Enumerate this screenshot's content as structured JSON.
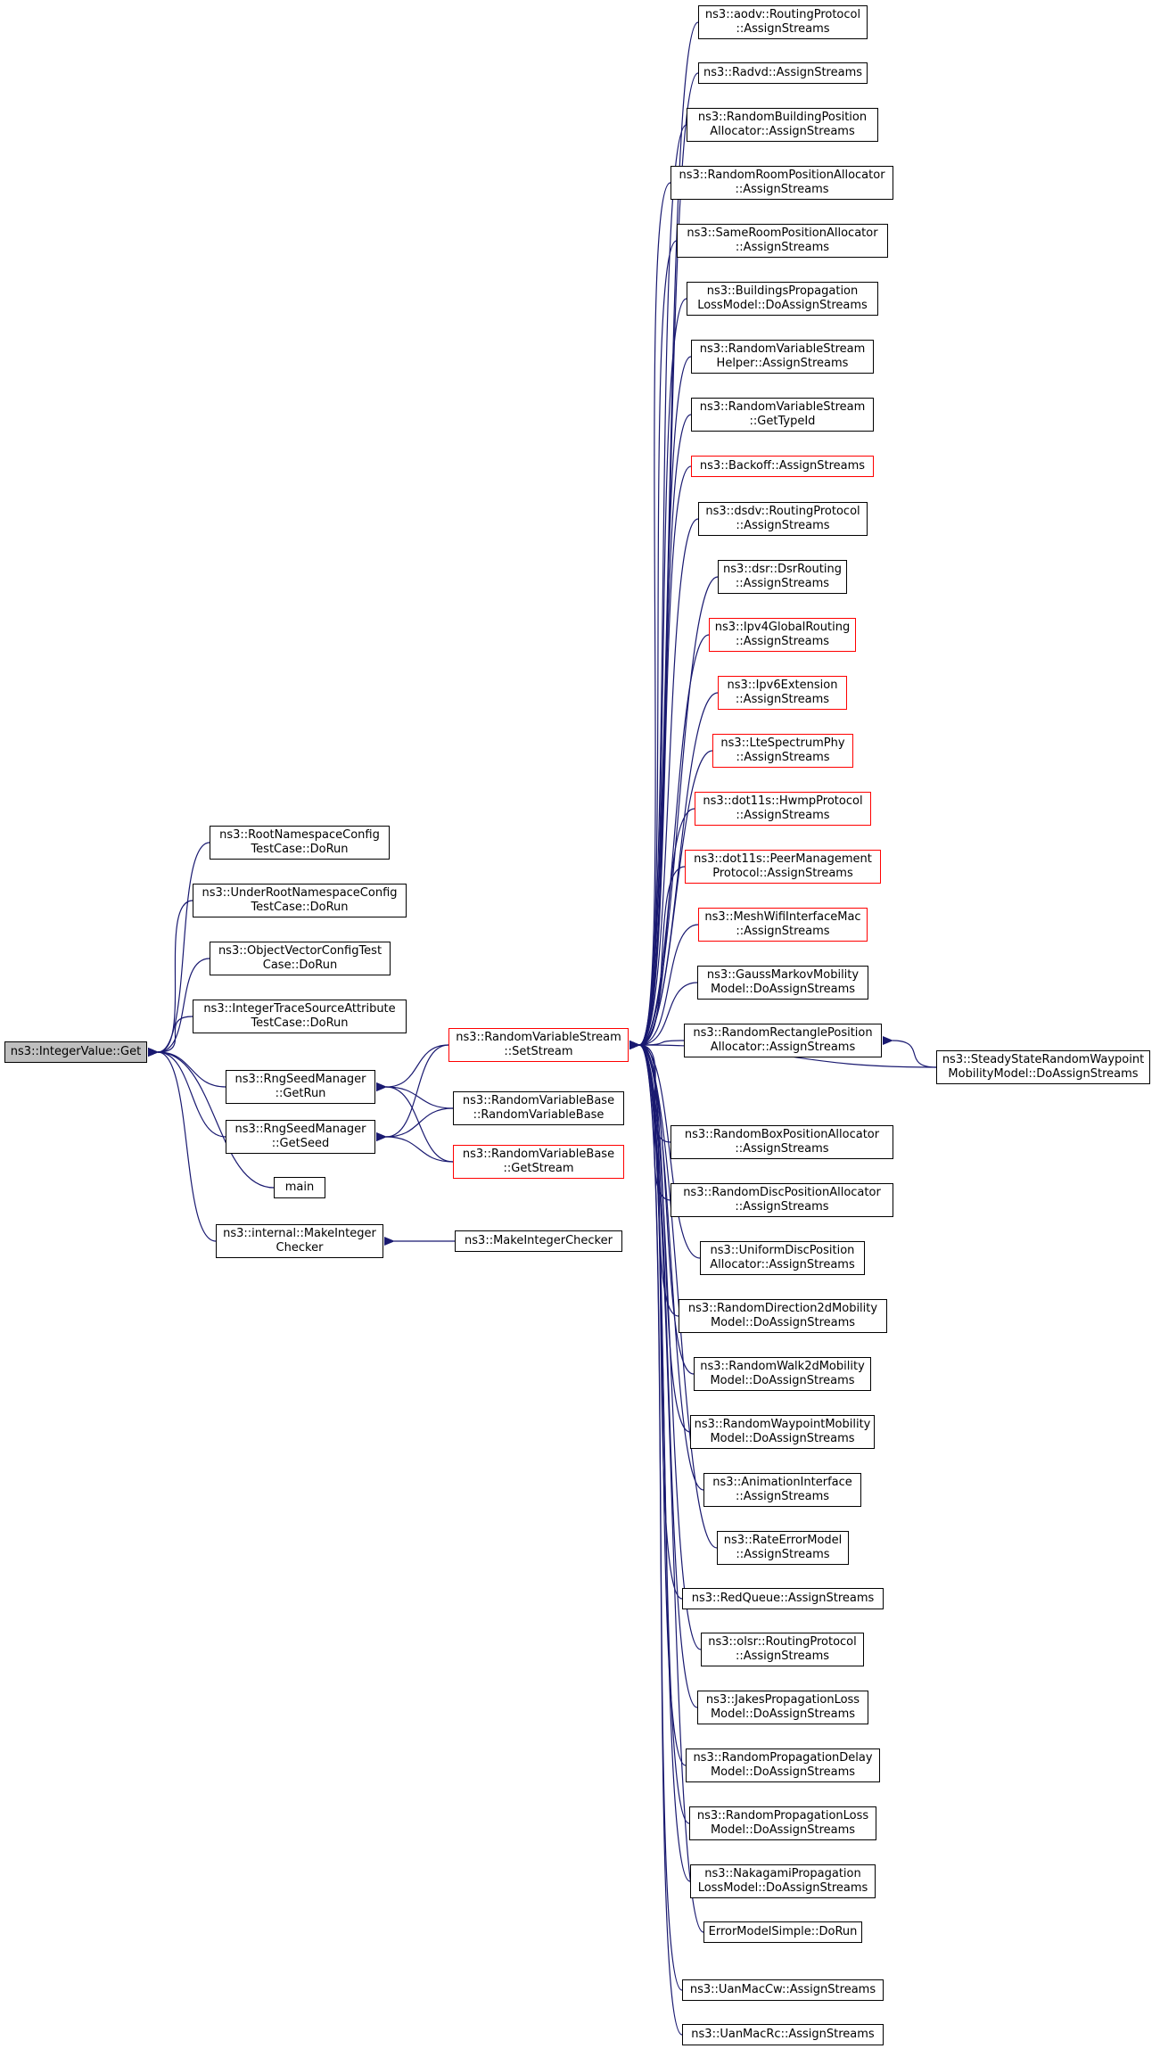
{
  "colors": {
    "edge": "#191970",
    "border": "#000000",
    "border_incomplete": "#ff0000",
    "root_fill": "#bfbfbf"
  },
  "nodes": {
    "integer-value-get": {
      "label": "ns3::IntegerValue::Get",
      "root": true
    },
    "root-namespace-config-test-case-do-run": {
      "label": "ns3::RootNamespaceConfig\nTestCase::DoRun"
    },
    "under-root-namespace-config-test-case-do-run": {
      "label": "ns3::UnderRootNamespaceConfig\nTestCase::DoRun"
    },
    "object-vector-config-test-case-do-run": {
      "label": "ns3::ObjectVectorConfigTest\nCase::DoRun"
    },
    "integer-trace-source-attribute-test-case-do-run": {
      "label": "ns3::IntegerTraceSourceAttribute\nTestCase::DoRun"
    },
    "rng-seed-manager-get-run": {
      "label": "ns3::RngSeedManager\n::GetRun"
    },
    "rng-seed-manager-get-seed": {
      "label": "ns3::RngSeedManager\n::GetSeed"
    },
    "main": {
      "label": "main"
    },
    "internal-make-integer-checker": {
      "label": "ns3::internal::MakeInteger\nChecker"
    },
    "random-variable-stream-set-stream": {
      "label": "ns3::RandomVariableStream\n::SetStream",
      "incomplete": true
    },
    "random-variable-base-random-variable-base": {
      "label": "ns3::RandomVariableBase\n::RandomVariableBase"
    },
    "random-variable-base-get-stream": {
      "label": "ns3::RandomVariableBase\n::GetStream",
      "incomplete": true
    },
    "make-integer-checker": {
      "label": "ns3::MakeIntegerChecker"
    },
    "aodv-routing-protocol-assign-streams": {
      "label": "ns3::aodv::RoutingProtocol\n::AssignStreams"
    },
    "radvd-assign-streams": {
      "label": "ns3::Radvd::AssignStreams"
    },
    "random-building-position-allocator-assign-streams": {
      "label": "ns3::RandomBuildingPosition\nAllocator::AssignStreams"
    },
    "random-room-position-allocator-assign-streams": {
      "label": "ns3::RandomRoomPositionAllocator\n::AssignStreams"
    },
    "same-room-position-allocator-assign-streams": {
      "label": "ns3::SameRoomPositionAllocator\n::AssignStreams"
    },
    "buildings-propagation-loss-model-do-assign-streams": {
      "label": "ns3::BuildingsPropagation\nLossModel::DoAssignStreams"
    },
    "random-variable-stream-helper-assign-streams": {
      "label": "ns3::RandomVariableStream\nHelper::AssignStreams"
    },
    "random-variable-stream-get-type-id": {
      "label": "ns3::RandomVariableStream\n::GetTypeId"
    },
    "backoff-assign-streams": {
      "label": "ns3::Backoff::AssignStreams",
      "incomplete": true
    },
    "dsdv-routing-protocol-assign-streams": {
      "label": "ns3::dsdv::RoutingProtocol\n::AssignStreams"
    },
    "dsr-dsr-routing-assign-streams": {
      "label": "ns3::dsr::DsrRouting\n::AssignStreams"
    },
    "ipv4-global-routing-assign-streams": {
      "label": "ns3::Ipv4GlobalRouting\n::AssignStreams",
      "incomplete": true
    },
    "ipv6-extension-assign-streams": {
      "label": "ns3::Ipv6Extension\n::AssignStreams",
      "incomplete": true
    },
    "lte-spectrum-phy-assign-streams": {
      "label": "ns3::LteSpectrumPhy\n::AssignStreams",
      "incomplete": true
    },
    "dot11s-hwmp-protocol-assign-streams": {
      "label": "ns3::dot11s::HwmpProtocol\n::AssignStreams",
      "incomplete": true
    },
    "dot11s-peer-management-protocol-assign-streams": {
      "label": "ns3::dot11s::PeerManagement\nProtocol::AssignStreams",
      "incomplete": true
    },
    "mesh-wifi-interface-mac-assign-streams": {
      "label": "ns3::MeshWifiInterfaceMac\n::AssignStreams",
      "incomplete": true
    },
    "gauss-markov-mobility-model-do-assign-streams": {
      "label": "ns3::GaussMarkovMobility\nModel::DoAssignStreams"
    },
    "random-rectangle-position-allocator-assign-streams": {
      "label": "ns3::RandomRectanglePosition\nAllocator::AssignStreams"
    },
    "steady-state-random-waypoint-mobility-model-do-assign-streams": {
      "label": "ns3::SteadyStateRandomWaypoint\nMobilityModel::DoAssignStreams"
    },
    "random-box-position-allocator-assign-streams": {
      "label": "ns3::RandomBoxPositionAllocator\n::AssignStreams"
    },
    "random-disc-position-allocator-assign-streams": {
      "label": "ns3::RandomDiscPositionAllocator\n::AssignStreams"
    },
    "uniform-disc-position-allocator-assign-streams": {
      "label": "ns3::UniformDiscPosition\nAllocator::AssignStreams"
    },
    "random-direction-2d-mobility-model-do-assign-streams": {
      "label": "ns3::RandomDirection2dMobility\nModel::DoAssignStreams"
    },
    "random-walk-2d-mobility-model-do-assign-streams": {
      "label": "ns3::RandomWalk2dMobility\nModel::DoAssignStreams"
    },
    "random-waypoint-mobility-model-do-assign-streams": {
      "label": "ns3::RandomWaypointMobility\nModel::DoAssignStreams"
    },
    "animation-interface-assign-streams": {
      "label": "ns3::AnimationInterface\n::AssignStreams"
    },
    "rate-error-model-assign-streams": {
      "label": "ns3::RateErrorModel\n::AssignStreams"
    },
    "red-queue-assign-streams": {
      "label": "ns3::RedQueue::AssignStreams"
    },
    "olsr-routing-protocol-assign-streams": {
      "label": "ns3::olsr::RoutingProtocol\n::AssignStreams"
    },
    "jakes-propagation-loss-model-do-assign-streams": {
      "label": "ns3::JakesPropagationLoss\nModel::DoAssignStreams"
    },
    "random-propagation-delay-model-do-assign-streams": {
      "label": "ns3::RandomPropagationDelay\nModel::DoAssignStreams"
    },
    "random-propagation-loss-model-do-assign-streams": {
      "label": "ns3::RandomPropagationLoss\nModel::DoAssignStreams"
    },
    "nakagami-propagation-loss-model-do-assign-streams": {
      "label": "ns3::NakagamiPropagation\nLossModel::DoAssignStreams"
    },
    "error-model-simple-do-run": {
      "label": "ErrorModelSimple::DoRun"
    },
    "uan-mac-cw-assign-streams": {
      "label": "ns3::UanMacCw::AssignStreams"
    },
    "uan-mac-rc-assign-streams": {
      "label": "ns3::UanMacRc::AssignStreams"
    }
  },
  "edges": [
    [
      "root-namespace-config-test-case-do-run",
      "integer-value-get"
    ],
    [
      "under-root-namespace-config-test-case-do-run",
      "integer-value-get"
    ],
    [
      "object-vector-config-test-case-do-run",
      "integer-value-get"
    ],
    [
      "integer-trace-source-attribute-test-case-do-run",
      "integer-value-get"
    ],
    [
      "rng-seed-manager-get-run",
      "integer-value-get"
    ],
    [
      "rng-seed-manager-get-seed",
      "integer-value-get"
    ],
    [
      "main",
      "integer-value-get"
    ],
    [
      "internal-make-integer-checker",
      "integer-value-get"
    ],
    [
      "random-variable-stream-set-stream",
      "rng-seed-manager-get-run"
    ],
    [
      "random-variable-base-random-variable-base",
      "rng-seed-manager-get-run"
    ],
    [
      "random-variable-base-get-stream",
      "rng-seed-manager-get-run"
    ],
    [
      "random-variable-stream-set-stream",
      "rng-seed-manager-get-seed"
    ],
    [
      "random-variable-base-random-variable-base",
      "rng-seed-manager-get-seed"
    ],
    [
      "random-variable-base-get-stream",
      "rng-seed-manager-get-seed"
    ],
    [
      "make-integer-checker",
      "internal-make-integer-checker"
    ],
    [
      "aodv-routing-protocol-assign-streams",
      "random-variable-stream-set-stream"
    ],
    [
      "radvd-assign-streams",
      "random-variable-stream-set-stream"
    ],
    [
      "random-building-position-allocator-assign-streams",
      "random-variable-stream-set-stream"
    ],
    [
      "random-room-position-allocator-assign-streams",
      "random-variable-stream-set-stream"
    ],
    [
      "same-room-position-allocator-assign-streams",
      "random-variable-stream-set-stream"
    ],
    [
      "buildings-propagation-loss-model-do-assign-streams",
      "random-variable-stream-set-stream"
    ],
    [
      "random-variable-stream-helper-assign-streams",
      "random-variable-stream-set-stream"
    ],
    [
      "random-variable-stream-get-type-id",
      "random-variable-stream-set-stream"
    ],
    [
      "backoff-assign-streams",
      "random-variable-stream-set-stream"
    ],
    [
      "dsdv-routing-protocol-assign-streams",
      "random-variable-stream-set-stream"
    ],
    [
      "dsr-dsr-routing-assign-streams",
      "random-variable-stream-set-stream"
    ],
    [
      "ipv4-global-routing-assign-streams",
      "random-variable-stream-set-stream"
    ],
    [
      "ipv6-extension-assign-streams",
      "random-variable-stream-set-stream"
    ],
    [
      "lte-spectrum-phy-assign-streams",
      "random-variable-stream-set-stream"
    ],
    [
      "dot11s-hwmp-protocol-assign-streams",
      "random-variable-stream-set-stream"
    ],
    [
      "dot11s-peer-management-protocol-assign-streams",
      "random-variable-stream-set-stream"
    ],
    [
      "mesh-wifi-interface-mac-assign-streams",
      "random-variable-stream-set-stream"
    ],
    [
      "gauss-markov-mobility-model-do-assign-streams",
      "random-variable-stream-set-stream"
    ],
    [
      "random-rectangle-position-allocator-assign-streams",
      "random-variable-stream-set-stream"
    ],
    [
      "steady-state-random-waypoint-mobility-model-do-assign-streams",
      "random-variable-stream-set-stream"
    ],
    [
      "steady-state-random-waypoint-mobility-model-do-assign-streams",
      "random-rectangle-position-allocator-assign-streams"
    ],
    [
      "random-box-position-allocator-assign-streams",
      "random-variable-stream-set-stream"
    ],
    [
      "random-disc-position-allocator-assign-streams",
      "random-variable-stream-set-stream"
    ],
    [
      "uniform-disc-position-allocator-assign-streams",
      "random-variable-stream-set-stream"
    ],
    [
      "random-direction-2d-mobility-model-do-assign-streams",
      "random-variable-stream-set-stream"
    ],
    [
      "random-walk-2d-mobility-model-do-assign-streams",
      "random-variable-stream-set-stream"
    ],
    [
      "random-waypoint-mobility-model-do-assign-streams",
      "random-variable-stream-set-stream"
    ],
    [
      "animation-interface-assign-streams",
      "random-variable-stream-set-stream"
    ],
    [
      "rate-error-model-assign-streams",
      "random-variable-stream-set-stream"
    ],
    [
      "red-queue-assign-streams",
      "random-variable-stream-set-stream"
    ],
    [
      "olsr-routing-protocol-assign-streams",
      "random-variable-stream-set-stream"
    ],
    [
      "jakes-propagation-loss-model-do-assign-streams",
      "random-variable-stream-set-stream"
    ],
    [
      "random-propagation-delay-model-do-assign-streams",
      "random-variable-stream-set-stream"
    ],
    [
      "random-propagation-loss-model-do-assign-streams",
      "random-variable-stream-set-stream"
    ],
    [
      "nakagami-propagation-loss-model-do-assign-streams",
      "random-variable-stream-set-stream"
    ],
    [
      "error-model-simple-do-run",
      "random-variable-stream-set-stream"
    ],
    [
      "uan-mac-cw-assign-streams",
      "random-variable-stream-set-stream"
    ],
    [
      "uan-mac-rc-assign-streams",
      "random-variable-stream-set-stream"
    ]
  ]
}
